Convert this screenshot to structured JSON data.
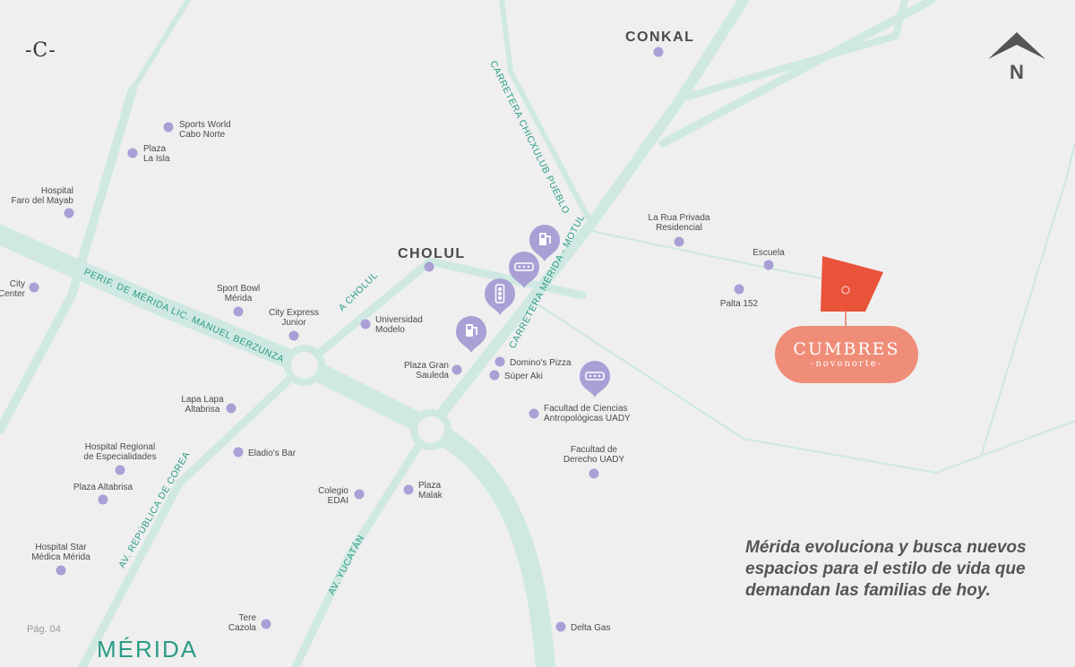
{
  "brand": {
    "logo_text": "-C-",
    "page_label": "Pág. 04",
    "city_title": "MÉRIDA"
  },
  "tagline": "Mérida evoluciona y busca nuevos espacios para el estilo de vida que demandan las familias de hoy.",
  "compass": {
    "label": "N"
  },
  "project": {
    "name": "CUMBRES",
    "sub": "-novonorte-",
    "colors": {
      "badge": "#ef8d78",
      "plot": "#e8533a"
    }
  },
  "towns": {
    "conkal": "CONKAL",
    "cholul": "CHOLUL"
  },
  "roads": {
    "periferico": "PERIF. DE MÉRIDA LIC. MANUEL BERZUNZA",
    "a_cholul": "A CHOLUL",
    "chicxulub": "CARRETERA CHICXULUB PUEBLO",
    "merida_motul": "CARRETERA MÉRIDA - MOTUL",
    "republica_corea": "AV. REPÚBLICA DE COREA",
    "yucatan": "AV. YUCATÁN"
  },
  "places": {
    "sports_world": [
      "Sports World",
      "Cabo Norte"
    ],
    "plaza_isla": [
      "Plaza",
      "La Isla"
    ],
    "faro_mayab": [
      "Hospital",
      "Faro del Mayab"
    ],
    "city_center": [
      "City",
      "Center"
    ],
    "sport_bowl": [
      "Sport Bowl",
      "Mérida"
    ],
    "city_express": [
      "City Express",
      "Junior"
    ],
    "univ_modelo": [
      "Universidad",
      "Modelo"
    ],
    "plaza_sauleda": [
      "Plaza Gran",
      "Sauleda"
    ],
    "dominos": [
      "Domino's Pizza"
    ],
    "super_aki": [
      "Súper Aki"
    ],
    "fac_antropologicas": [
      "Facultad de Ciencias",
      "Antropológicas UADY"
    ],
    "fac_derecho": [
      "Facultad de",
      "Derecho UADY"
    ],
    "la_rua": [
      "La Rua Privada",
      "Residencial"
    ],
    "escuela": [
      "Escuela"
    ],
    "palta": [
      "Palta 152"
    ],
    "lapa_lapa": [
      "Lapa Lapa",
      "Altabrisa"
    ],
    "hosp_regional": [
      "Hospital Regional",
      "de Especialidades"
    ],
    "plaza_altabrisa": [
      "Plaza Altabrisa"
    ],
    "eladios": [
      "Eladio's Bar"
    ],
    "colegio_edai": [
      "Colegio",
      "EDAI"
    ],
    "plaza_malak": [
      "Plaza",
      "Malak"
    ],
    "hosp_star": [
      "Hospital Star",
      "Médica Mérida"
    ],
    "tere_cazola": [
      "Tere",
      "Cazola"
    ],
    "delta_gas": [
      "Delta Gas"
    ]
  },
  "pin_icons": [
    "gas-station-icon",
    "restaurant-icon",
    "traffic-light-icon",
    "gas-station-icon",
    "restaurant-icon"
  ],
  "colors": {
    "background": "#efefef",
    "road": "#cfe9e2",
    "road_label": "#2a9c86",
    "poi": "#a9a0d6"
  }
}
